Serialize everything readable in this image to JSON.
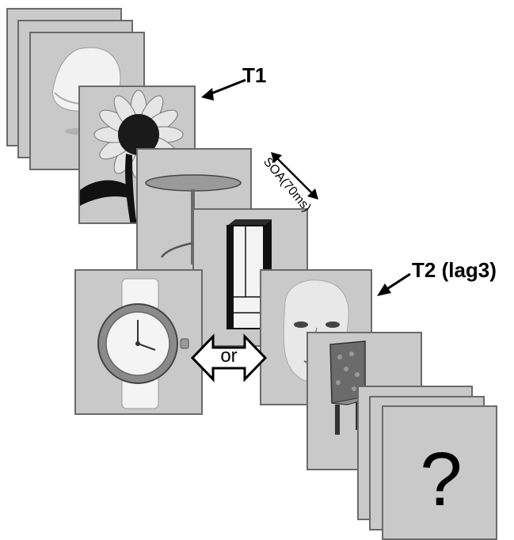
{
  "labels": {
    "t1": "T1",
    "t2": "T2 (lag3)",
    "soa": "SOA(70ms)",
    "or": "or",
    "question": "?"
  },
  "colors": {
    "card_fill": "#c9c9c9",
    "card_border": "#6a6a6a",
    "arrow": "#000000"
  },
  "icons": [
    "chair-icon",
    "sunflower-icon",
    "table-icon",
    "cabinet-icon",
    "watch-icon",
    "face-icon",
    "armchair-icon"
  ]
}
